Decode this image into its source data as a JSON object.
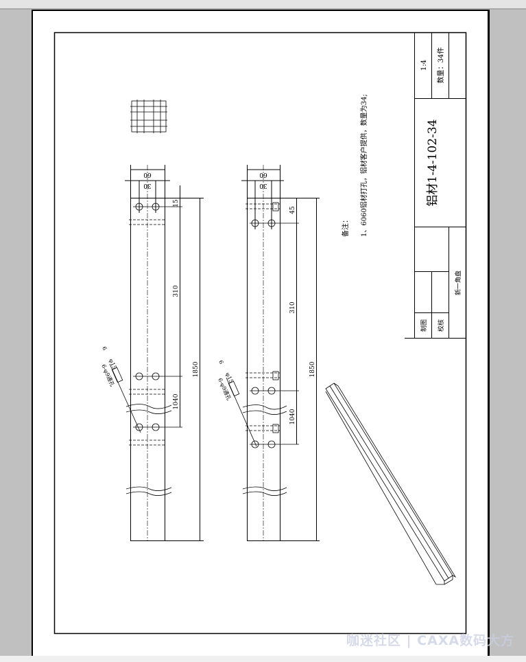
{
  "title_block": {
    "scale": "1:4",
    "quantity": "数量：34件",
    "drawing_name": "铝材1-4-102-34",
    "drawn_by_label": "制图",
    "checked_by_label": "校核",
    "designer": "新一角盘"
  },
  "notes": {
    "heading": "备注：",
    "line1": "1、6060铝材打孔，铝材客户提供，数量为34;"
  },
  "view_left": {
    "width": "60",
    "hole_spacing": "30",
    "top_offset": "15",
    "spacing": "310",
    "pitch": "1040",
    "length": "1850",
    "hole_callout": "6-φ9通孔",
    "counterbore": "φ15",
    "depth": "6"
  },
  "view_right": {
    "width": "60",
    "hole_spacing": "30",
    "top_offset": "45",
    "spacing": "310",
    "pitch": "1040",
    "length": "1850",
    "hole_callout": "6-φ9通孔",
    "counterbore": "φ15",
    "depth": "6"
  },
  "watermark": "咖迷社区 | CAXA数码大方"
}
